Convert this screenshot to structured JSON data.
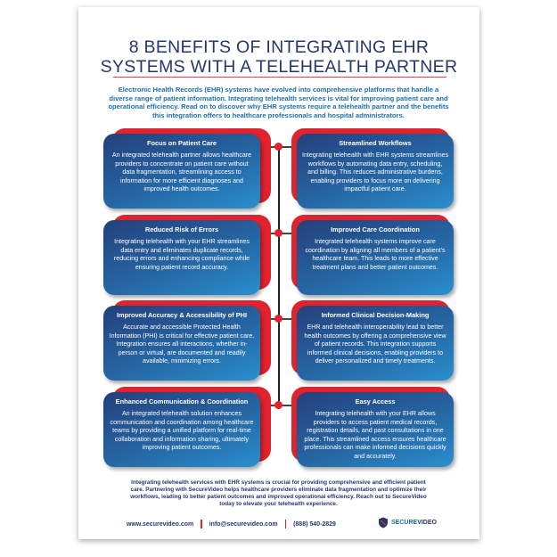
{
  "title": {
    "line1": "8 BENEFITS OF INTEGRATING EHR",
    "line2": "SYSTEMS WITH A TELEHEALTH PARTNER"
  },
  "intro": "Electronic Health Records (EHR) systems have evolved into comprehensive platforms that handle a diverse range of patient information. Integrating telehealth services is vital for improving patient care and operational efficiency. Read on to discover why EHR systems require a telehealth partner and the benefits this integration offers to healthcare professionals and hospital administrators.",
  "benefits": [
    {
      "title": "Focus on Patient Care",
      "text": "An integrated telehealth partner allows healthcare providers to concentrate on patient care without data fragmentation, streamlining access to information for more efficient diagnoses and improved health outcomes."
    },
    {
      "title": "Streamlined Workflows",
      "text": "Integrating telehealth with EHR systems streamlines workflows by automating data entry, scheduling, and billing. This reduces administrative burdens, enabling providers to focus more on delivering impactful patient care."
    },
    {
      "title": "Reduced Risk of Errors",
      "text": "Integrating telehealth with your EHR streamlines data entry and eliminates duplicate records, reducing errors and enhancing compliance while ensuring patient record accuracy."
    },
    {
      "title": "Improved Care Coordination",
      "text": "Integrated telehealth systems improve care coordination by aligning all members of a patient's healthcare team. This leads to more effective treatment plans and better patient outcomes."
    },
    {
      "title": "Improved Accuracy & Accessibility of PHI",
      "text": "Accurate and accessible Protected Health Information (PHI) is critical for effective patient care. Integration ensures all interactions, whether in-person or virtual, are documented and readily available, minimizing errors."
    },
    {
      "title": "Informed Clinical Decision-Making",
      "text": "EHR and telehealth interoperability lead to better health outcomes by offering a comprehensive view of patient records. This integration supports informed clinical decisions, enabling providers to deliver personalized and timely treatments."
    },
    {
      "title": "Enhanced Communication & Coordination",
      "text": "An integrated telehealth solution enhances communication and coordination among healthcare teams by providing a unified platform for real-time collaboration and information sharing, ultimately improving patient outcomes."
    },
    {
      "title": "Easy Access",
      "text": "Integrating telehealth with your EHR allows providers to access patient medical records, registration details, and past consultations in one place. This streamlined access ensures healthcare professionals can make informed decisions quickly and accurately."
    }
  ],
  "closing": "Integrating telehealth services with EHR systems is crucial for providing comprehensive and efficient patient care. Partnering with SecureVideo helps healthcare providers eliminate data fragmentation and optimize their workflows, leading to better patient outcomes and improved operational efficiency. Reach out to SecureVideo today to elevate your telehealth experience.",
  "footer": {
    "website": "www.securevideo.com",
    "email": "info@securevideo.com",
    "phone": "(888) 540-2829"
  },
  "logo": {
    "part1": "SECURE",
    "part2": "VIDEO",
    "icon": "shield-logo-icon"
  },
  "colors": {
    "navy": "#24386b",
    "red": "#e0232e",
    "blue": "#1a6fb0"
  }
}
